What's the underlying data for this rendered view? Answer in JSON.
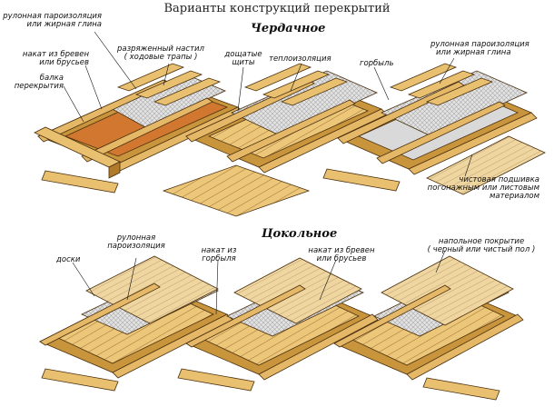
{
  "title": "Варианты конструкций перекрытий",
  "sections": {
    "attic": "Чердачное",
    "basement": "Цокольное"
  },
  "labels": {
    "a1": "рулонная пароизоляция",
    "a1b": "или жирная глина",
    "a2": "накат из бревен",
    "a2b": "или брусьев",
    "a3": "балка",
    "a3b": "перекрытия",
    "a4": "разряженный настил",
    "a4b": "( ходовые трапы )",
    "a5": "дощатые",
    "a5b": "щиты",
    "a6": "теплоизоляция",
    "a7": "горбыль",
    "a8": "рулонная пароизоляция",
    "a8b": "или жирная глина",
    "a9": "чистовая подшивка",
    "a9b": "погонажным или листовым",
    "a9c": "материалом",
    "b1": "доски",
    "b2": "рулонная",
    "b2b": "пароизоляция",
    "b3": "накат из",
    "b3b": "горбыля",
    "b4": "накат из бревен",
    "b4b": "или брусьев",
    "b5": "напольное покрытие",
    "b5b": "( черный или чистый пол )"
  },
  "colors": {
    "wood": "#e8c070",
    "wood_dark": "#c8963c",
    "wood_edge": "#5a3a12",
    "insulation": "#d9d9d9",
    "clay": "#d07a3a"
  }
}
